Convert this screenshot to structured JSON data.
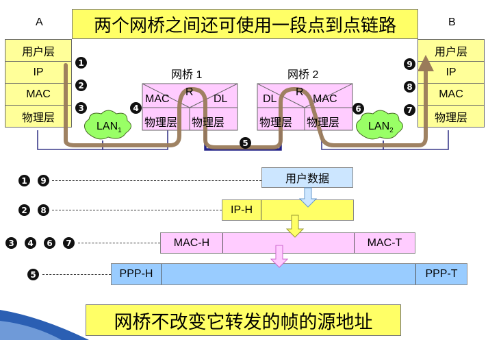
{
  "title": "两个网桥之间还可使用一段点到点链路",
  "footer": "网桥不改变它转发的帧的源地址",
  "host_a": {
    "label": "A",
    "layers": [
      "用户层",
      "IP",
      "MAC",
      "物理层"
    ]
  },
  "host_b": {
    "label": "B",
    "layers": [
      "用户层",
      "IP",
      "MAC",
      "物理层"
    ]
  },
  "bridge1": {
    "label": "网桥 1",
    "r": "R",
    "left": "MAC",
    "right": "DL",
    "phy_left": "物理层",
    "phy_right": "物理层"
  },
  "bridge2": {
    "label": "网桥 2",
    "r": "R",
    "left": "DL",
    "right": "MAC",
    "phy_left": "物理层",
    "phy_right": "物理层"
  },
  "lan1": {
    "name": "LAN",
    "sub": "1"
  },
  "lan2": {
    "name": "LAN",
    "sub": "2"
  },
  "markers": {
    "m1": "1",
    "m2": "2",
    "m3": "3",
    "m4": "4",
    "m5": "5",
    "m6": "6",
    "m7": "7",
    "m8": "8",
    "m9": "9"
  },
  "frames": {
    "user_data": "用户数据",
    "ip_h": "IP-H",
    "mac_h": "MAC-H",
    "mac_t": "MAC-T",
    "ppp_h": "PPP-H",
    "ppp_t": "PPP-T"
  },
  "legend_rows": [
    {
      "markers": [
        "1",
        "9"
      ]
    },
    {
      "markers": [
        "2",
        "8"
      ]
    },
    {
      "markers": [
        "3",
        "4",
        "6",
        "7"
      ]
    },
    {
      "markers": [
        "5"
      ]
    }
  ],
  "colors": {
    "title_bg": "#ffff66",
    "host_bg": "#ffff99",
    "bridge_bg": "#ffccff",
    "path": "#9a7b5a",
    "lan": "#99ff66",
    "blue_frame": "#99ccff",
    "pink_frame": "#ffccff",
    "yellow_frame": "#ffff66",
    "user_data_bg": "#cce6ff"
  }
}
